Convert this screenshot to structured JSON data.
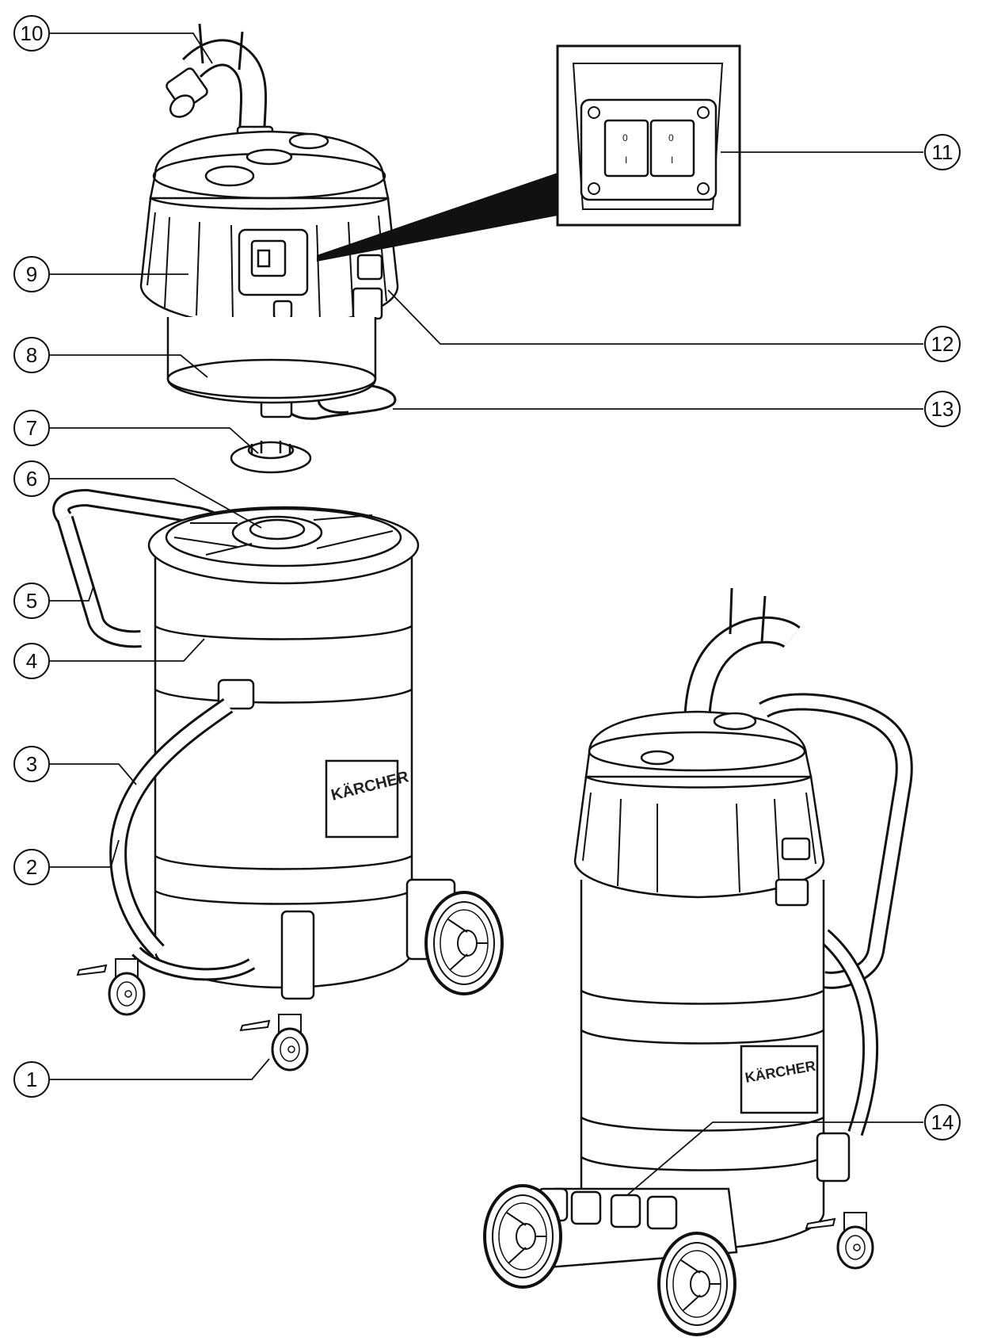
{
  "brand": "KÄRCHER",
  "switch_marks": {
    "off": "0",
    "on": "I"
  },
  "callouts": [
    {
      "id": 1,
      "label": "1"
    },
    {
      "id": 2,
      "label": "2"
    },
    {
      "id": 3,
      "label": "3"
    },
    {
      "id": 4,
      "label": "4"
    },
    {
      "id": 5,
      "label": "5"
    },
    {
      "id": 6,
      "label": "6"
    },
    {
      "id": 7,
      "label": "7"
    },
    {
      "id": 8,
      "label": "8"
    },
    {
      "id": 9,
      "label": "9"
    },
    {
      "id": 10,
      "label": "10"
    },
    {
      "id": 11,
      "label": "11"
    },
    {
      "id": 12,
      "label": "12"
    },
    {
      "id": 13,
      "label": "13"
    },
    {
      "id": 14,
      "label": "14"
    }
  ]
}
